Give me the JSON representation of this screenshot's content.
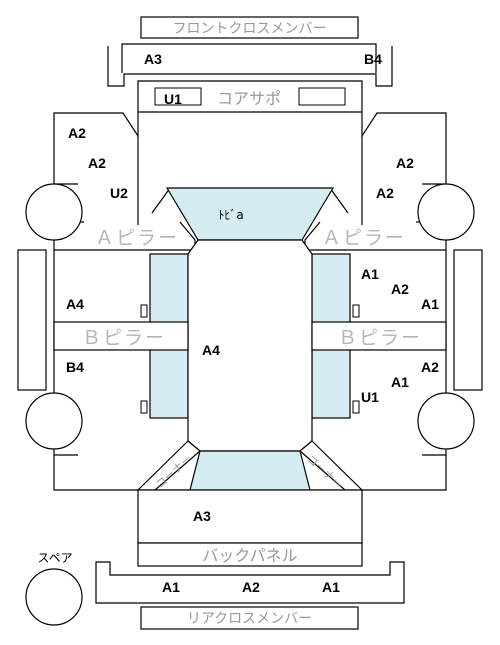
{
  "parts": {
    "front_cross_member": "フロントクロスメンバー",
    "core_support": "コアサポ",
    "a_pillar": "Ａピラー",
    "b_pillar": "Ｂピラー",
    "back_panel": "バックパネル",
    "rear_cross_member": "リアクロスメンバー",
    "roof": "ﾄﾋﾞa",
    "corner": "コーナー",
    "spare": "スペア"
  },
  "labels": {
    "front_a3": "A3",
    "front_b4": "B4",
    "core_u1": "U1",
    "lf_a2_1": "A2",
    "lf_a2_2": "A2",
    "lf_u2": "U2",
    "rf_a2_1": "A2",
    "rf_a2_2": "A2",
    "left_a4": "A4",
    "left_b4": "B4",
    "center_a4": "A4",
    "r_a1_1": "A1",
    "r_a2_1": "A2",
    "r_a1_2": "A1",
    "r_a2_2": "A2",
    "r_a1_3": "A1",
    "r_u1": "U1",
    "rear_a3": "A3",
    "rear_a1_1": "A1",
    "rear_a2": "A2",
    "rear_a1_2": "A1"
  }
}
